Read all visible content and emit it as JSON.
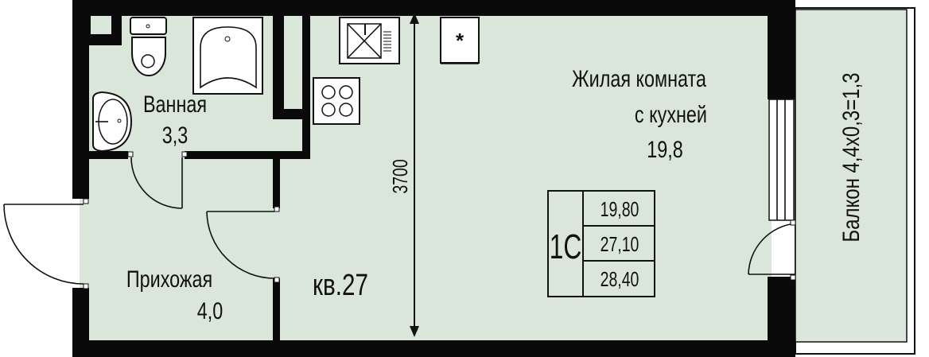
{
  "apartment": {
    "number_label": "кв.27",
    "type_label": "1С",
    "areas": [
      "19,80",
      "27,10",
      "28,40"
    ]
  },
  "rooms": {
    "bathroom": {
      "name": "Ванная",
      "area": "3,3"
    },
    "hallway": {
      "name": "Прихожая",
      "area": "4,0"
    },
    "living": {
      "name_line1": "Жилая комната",
      "name_line2": "с кухней",
      "area": "19,8"
    },
    "balcony": {
      "label": "Балкон 4,4х0,3=1,3"
    }
  },
  "dimension": {
    "value": "3700"
  },
  "colors": {
    "floor": "#dbe6da",
    "wall": "#0a0a0a"
  }
}
